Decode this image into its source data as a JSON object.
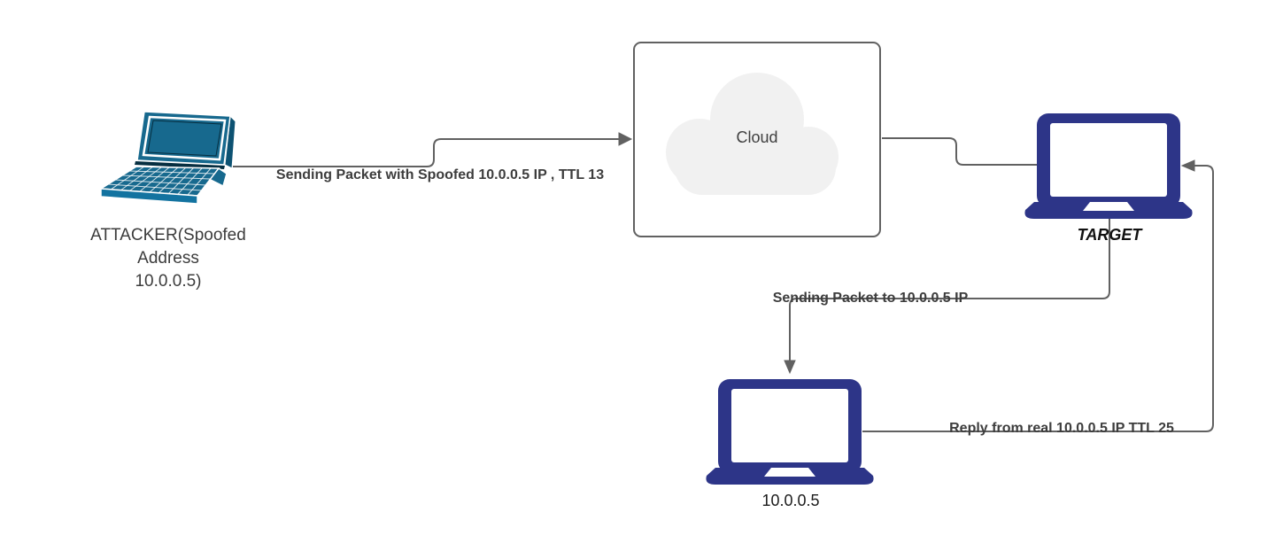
{
  "diagram_title": "IP spoofing / TTL packet flow diagram",
  "colors": {
    "background": "#ffffff",
    "connector": "#616161",
    "attacker_laptop_teal": "#17698e",
    "attacker_laptop_dark": "#0d5272",
    "navy_laptop": "#2d3588",
    "cloud_fill": "#f1f1f1",
    "label_gray": "#3d3d3d"
  },
  "nodes": {
    "attacker": {
      "icon": "laptop-isometric-icon",
      "label": "ATTACKER(Spoofed\nAddress\n10.0.0.5)"
    },
    "cloud": {
      "icon": "cloud-icon",
      "label": "Cloud"
    },
    "target": {
      "icon": "laptop-icon",
      "label": "TARGET"
    },
    "real_host": {
      "icon": "laptop-icon",
      "label": "10.0.0.5"
    }
  },
  "edges": {
    "attacker_to_cloud": {
      "from": "attacker",
      "to": "cloud",
      "label": "Sending Packet with Spoofed 10.0.0.5 IP , TTL 13"
    },
    "cloud_to_target": {
      "from": "cloud",
      "to": "target",
      "label": ""
    },
    "target_to_real_host": {
      "from": "target",
      "to": "real_host",
      "label": "Sending Packet to 10.0.0.5 IP"
    },
    "real_host_to_target": {
      "from": "real_host",
      "to": "target",
      "label": "Reply from real 10.0.0.5 IP TTL 25"
    }
  }
}
